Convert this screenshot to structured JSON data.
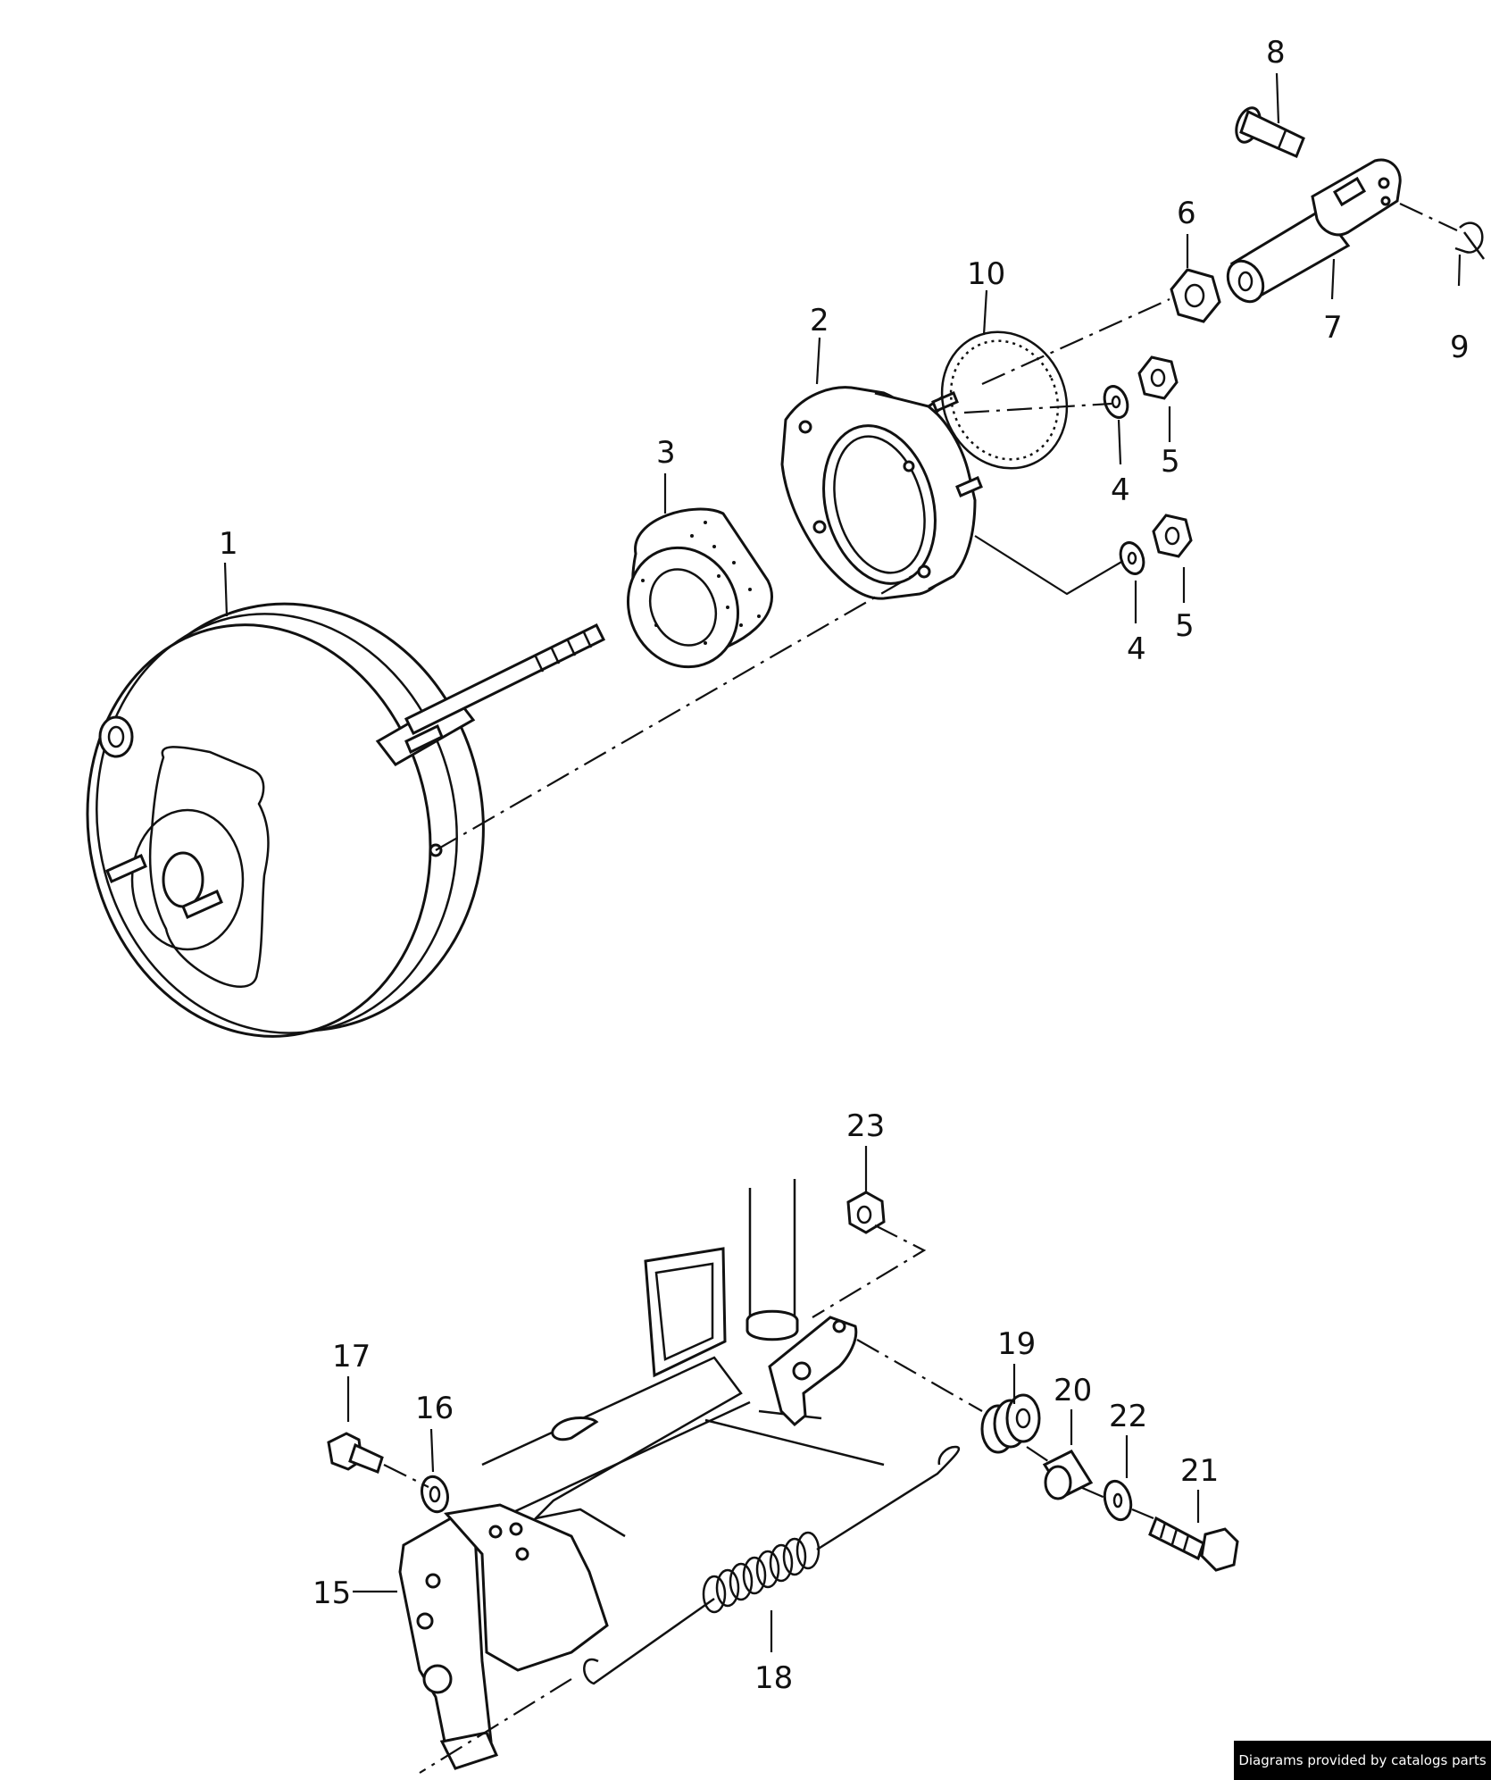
{
  "callouts": [
    {
      "id": "1",
      "label": "1"
    },
    {
      "id": "2",
      "label": "2"
    },
    {
      "id": "3",
      "label": "3"
    },
    {
      "id": "4a",
      "label": "4"
    },
    {
      "id": "4b",
      "label": "4"
    },
    {
      "id": "5a",
      "label": "5"
    },
    {
      "id": "5b",
      "label": "5"
    },
    {
      "id": "6",
      "label": "6"
    },
    {
      "id": "7",
      "label": "7"
    },
    {
      "id": "8",
      "label": "8"
    },
    {
      "id": "9",
      "label": "9"
    },
    {
      "id": "10",
      "label": "10"
    },
    {
      "id": "15",
      "label": "15"
    },
    {
      "id": "16",
      "label": "16"
    },
    {
      "id": "17",
      "label": "17"
    },
    {
      "id": "18",
      "label": "18"
    },
    {
      "id": "19",
      "label": "19"
    },
    {
      "id": "20",
      "label": "20"
    },
    {
      "id": "21",
      "label": "21"
    },
    {
      "id": "22",
      "label": "22"
    },
    {
      "id": "23",
      "label": "23"
    }
  ],
  "footer": {
    "credit": "Diagrams provided by catalogs parts"
  }
}
